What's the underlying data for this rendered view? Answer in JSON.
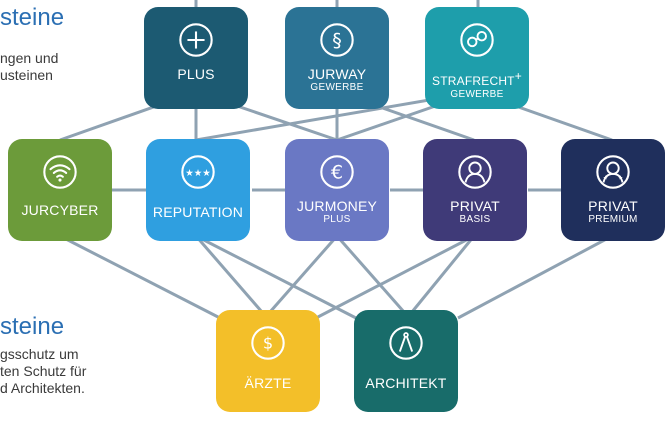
{
  "section_top": {
    "heading": "steine",
    "line1": "ngen und",
    "line2": "usteinen"
  },
  "section_bottom": {
    "heading": "steine",
    "line1": "gsschutz um",
    "line2": "ten Schutz für",
    "line3": "d Architekten."
  },
  "tiles": {
    "plus": {
      "label": "PLUS",
      "icon": "plus-circle-icon",
      "color": "#1c5a72"
    },
    "jurway": {
      "label": "JURWAY",
      "sub": "GEWERBE",
      "icon": "paragraph-icon",
      "color": "#2b7395"
    },
    "strafrecht": {
      "label": "STRAFRECHT",
      "sup": "+",
      "sub": "GEWERBE",
      "icon": "handcuffs-icon",
      "color": "#1e9eab"
    },
    "jurcyber": {
      "label": "JURCYBER",
      "icon": "wifi-icon",
      "color": "#6c9b3a"
    },
    "reputation": {
      "label": "REPUTATION",
      "icon": "stars-icon",
      "color": "#2f9fe0"
    },
    "jurmoney": {
      "label": "JURMONEY",
      "sub": "PLUS",
      "icon": "euro-icon",
      "color": "#6a78c4"
    },
    "privat_basis": {
      "label": "PRIVAT",
      "sub": "BASIS",
      "icon": "person-icon",
      "color": "#3f3a78"
    },
    "privat_premium": {
      "label": "PRIVAT",
      "sub": "PREMIUM",
      "icon": "premium-person-icon",
      "color": "#1f2f5c"
    },
    "aerzte": {
      "label": "ÄRZTE",
      "icon": "medical-dollar-icon",
      "color": "#f3bf29"
    },
    "architekt": {
      "label": "ARCHITEKT",
      "icon": "compass-icon",
      "color": "#186c6a"
    }
  },
  "colors": {
    "connector": "#8fa2b2"
  }
}
